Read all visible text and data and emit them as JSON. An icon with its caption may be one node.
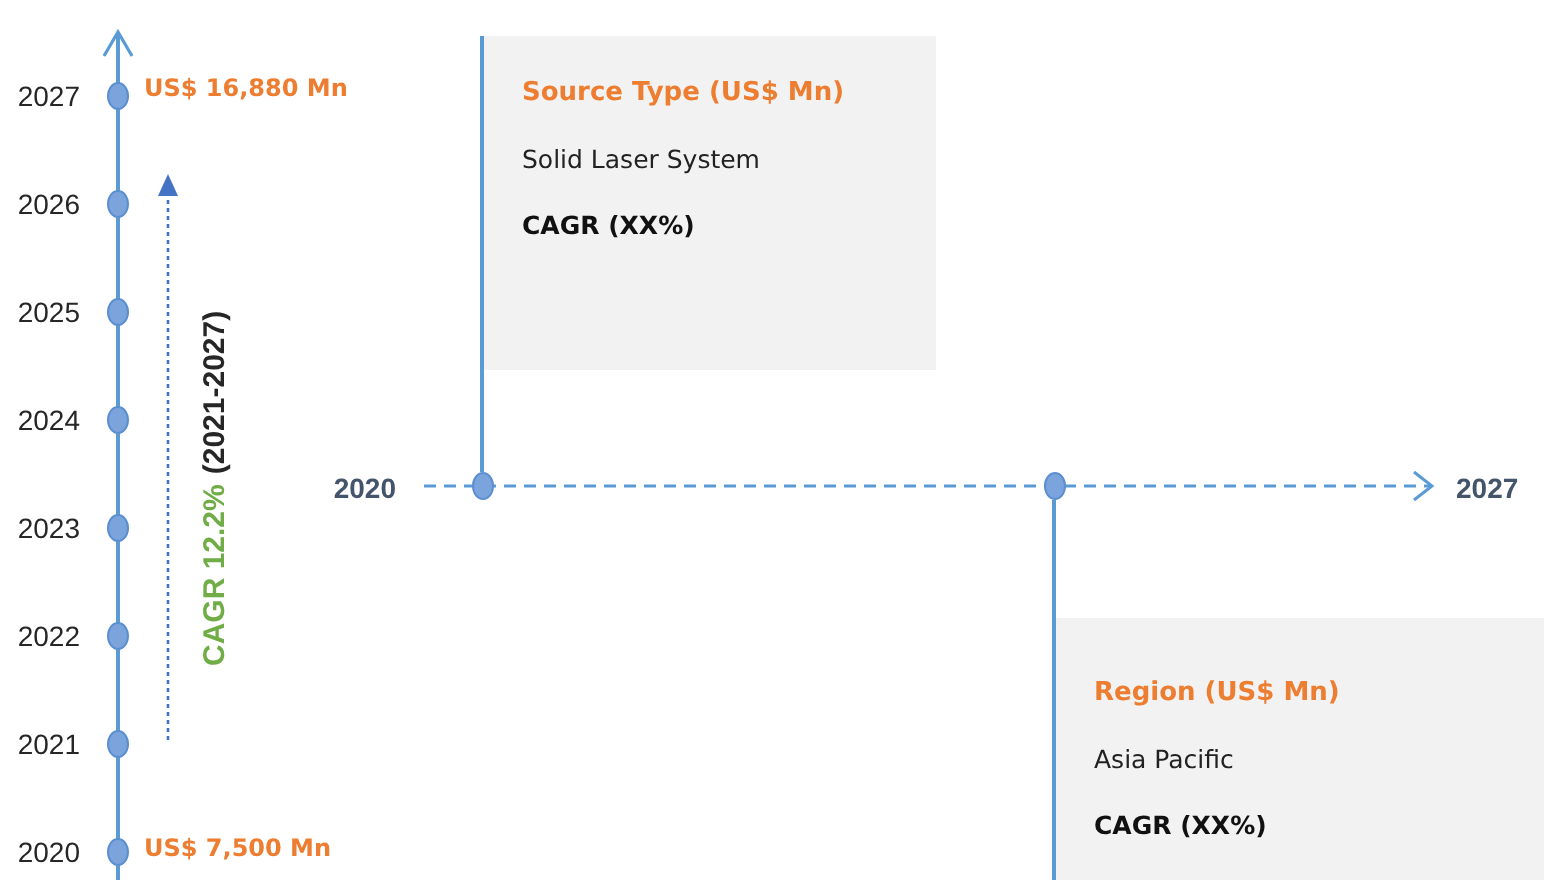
{
  "diagram": {
    "nodes": [
      {
        "text": [
          "Source Type (US$ Mn)",
          "Solid Laser System",
          "CAGR (XX%)"
        ]
      },
      {
        "text": [],
        "shape": "circle"
      },
      {
        "text": [],
        "shape": "circle"
      },
      {
        "text": [
          "Region (US$ Mn)",
          "Asia Pacific",
          "CAGR (XX%)"
        ]
      }
    ],
    "edges": [
      {
        "from": 0,
        "to": 1,
        "arrow": "none"
      },
      {
        "from": 3,
        "to": 2,
        "arrow": "none"
      }
    ],
    "labels": [
      "2027",
      "US$ 16,880 Mn",
      "2026",
      "2025",
      "2024",
      "2023",
      "2022",
      "2021",
      "2020",
      "US$ 7,500 Mn",
      "CAGR 12.2%",
      "(2021-2027)",
      "2020",
      "2027"
    ]
  }
}
